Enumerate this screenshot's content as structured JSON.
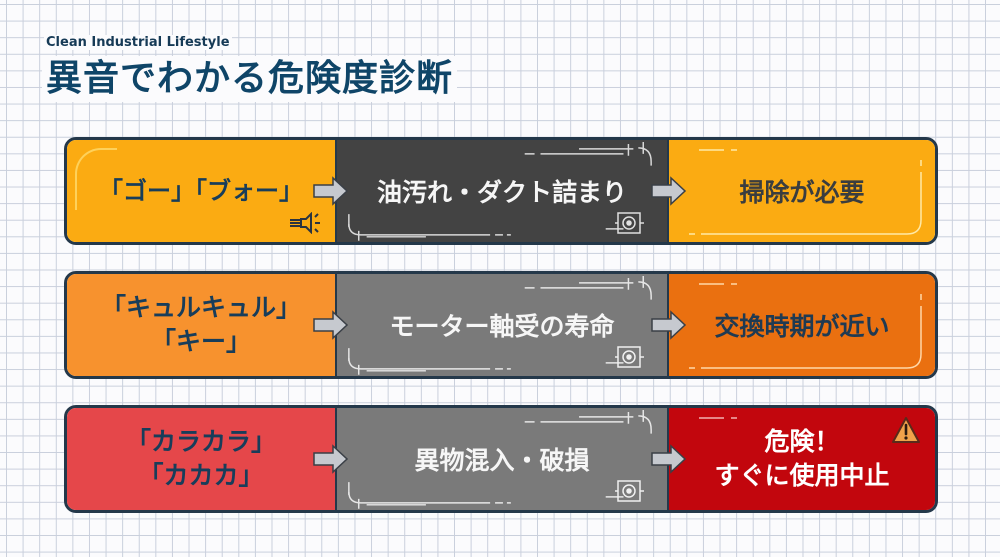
{
  "header": {
    "brand": "Clean Industrial Lifestyle",
    "title": "異音でわかる危険度診断"
  },
  "colors": {
    "amber": "#fbab12",
    "orange_light": "#f7922e",
    "orange_dark": "#ea7010",
    "red_light": "#e5474a",
    "red_dark": "#c2060d",
    "gray_dark": "#434343",
    "gray_mid": "#7a7a7a",
    "navy_text": "#183d5a",
    "border": "#24384a"
  },
  "rows": [
    {
      "sound": "「ゴー」「ブォー」",
      "sound_lines": [
        "「ゴー」「ブォー」"
      ],
      "cause": "油汚れ・ダクト詰まり",
      "result": "掃除が必要",
      "result_lines": [
        "掃除が必要"
      ],
      "icons": [
        "speaker-icon",
        "fan-unit-icon"
      ]
    },
    {
      "sound": "「キュルキュル」「キー」",
      "sound_lines": [
        "「キュルキュル」",
        "「キー」"
      ],
      "cause": "モーター軸受の寿命",
      "result": "交換時期が近い",
      "result_lines": [
        "交換時期が近い"
      ],
      "icons": [
        "fan-unit-icon"
      ]
    },
    {
      "sound": "「カラカラ」「カカカ」",
      "sound_lines": [
        "「カラカラ」",
        "「カカカ」"
      ],
      "cause": "異物混入・破損",
      "result": "危険！すぐに使用中止",
      "result_lines": [
        "危険！",
        "すぐに使用中止"
      ],
      "icons": [
        "fan-unit-icon",
        "warning-icon"
      ]
    }
  ]
}
